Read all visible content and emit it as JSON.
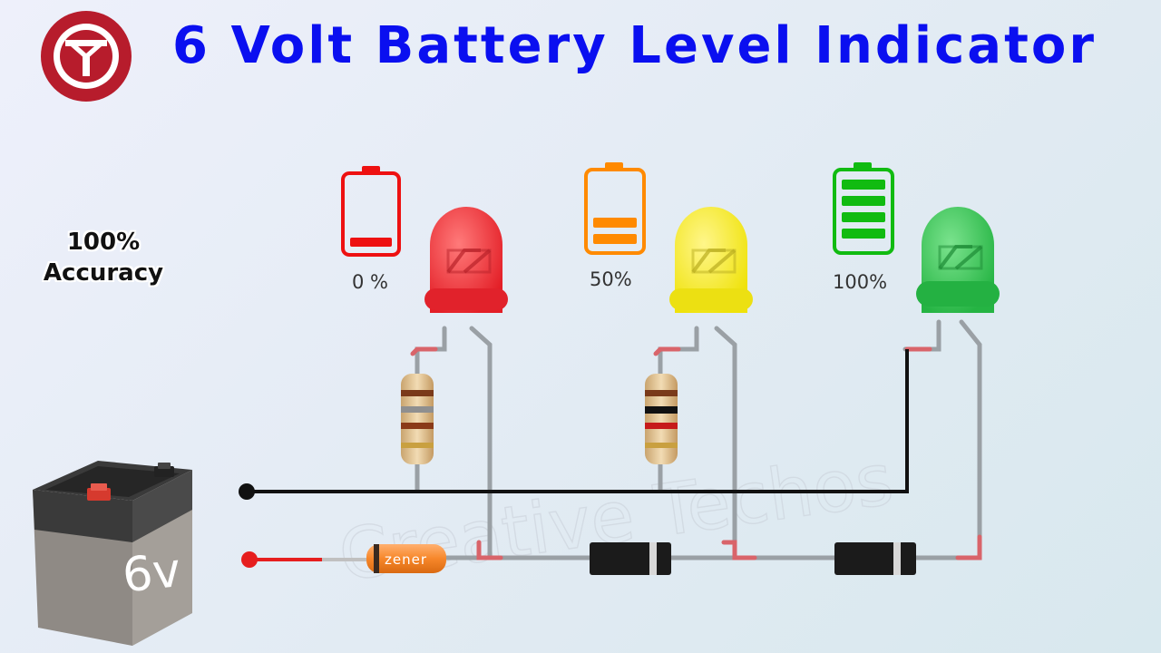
{
  "title": "6 Volt Battery Level Indicator",
  "accuracy": {
    "line1": "100%",
    "line2": "Accuracy"
  },
  "levels": [
    {
      "label": "0 %",
      "color": "#ee1111"
    },
    {
      "label": "50%",
      "color": "#ff8a00"
    },
    {
      "label": "100%",
      "color": "#11bb11"
    }
  ],
  "led_colors": {
    "red": "#e8242c",
    "yellow": "#f3e80c",
    "green": "#2cc04a"
  },
  "zener_label": "zener",
  "battery_label": "6v",
  "watermark": "Creative Techos",
  "icons": {
    "logo": "creative-techos-logo-icon"
  }
}
